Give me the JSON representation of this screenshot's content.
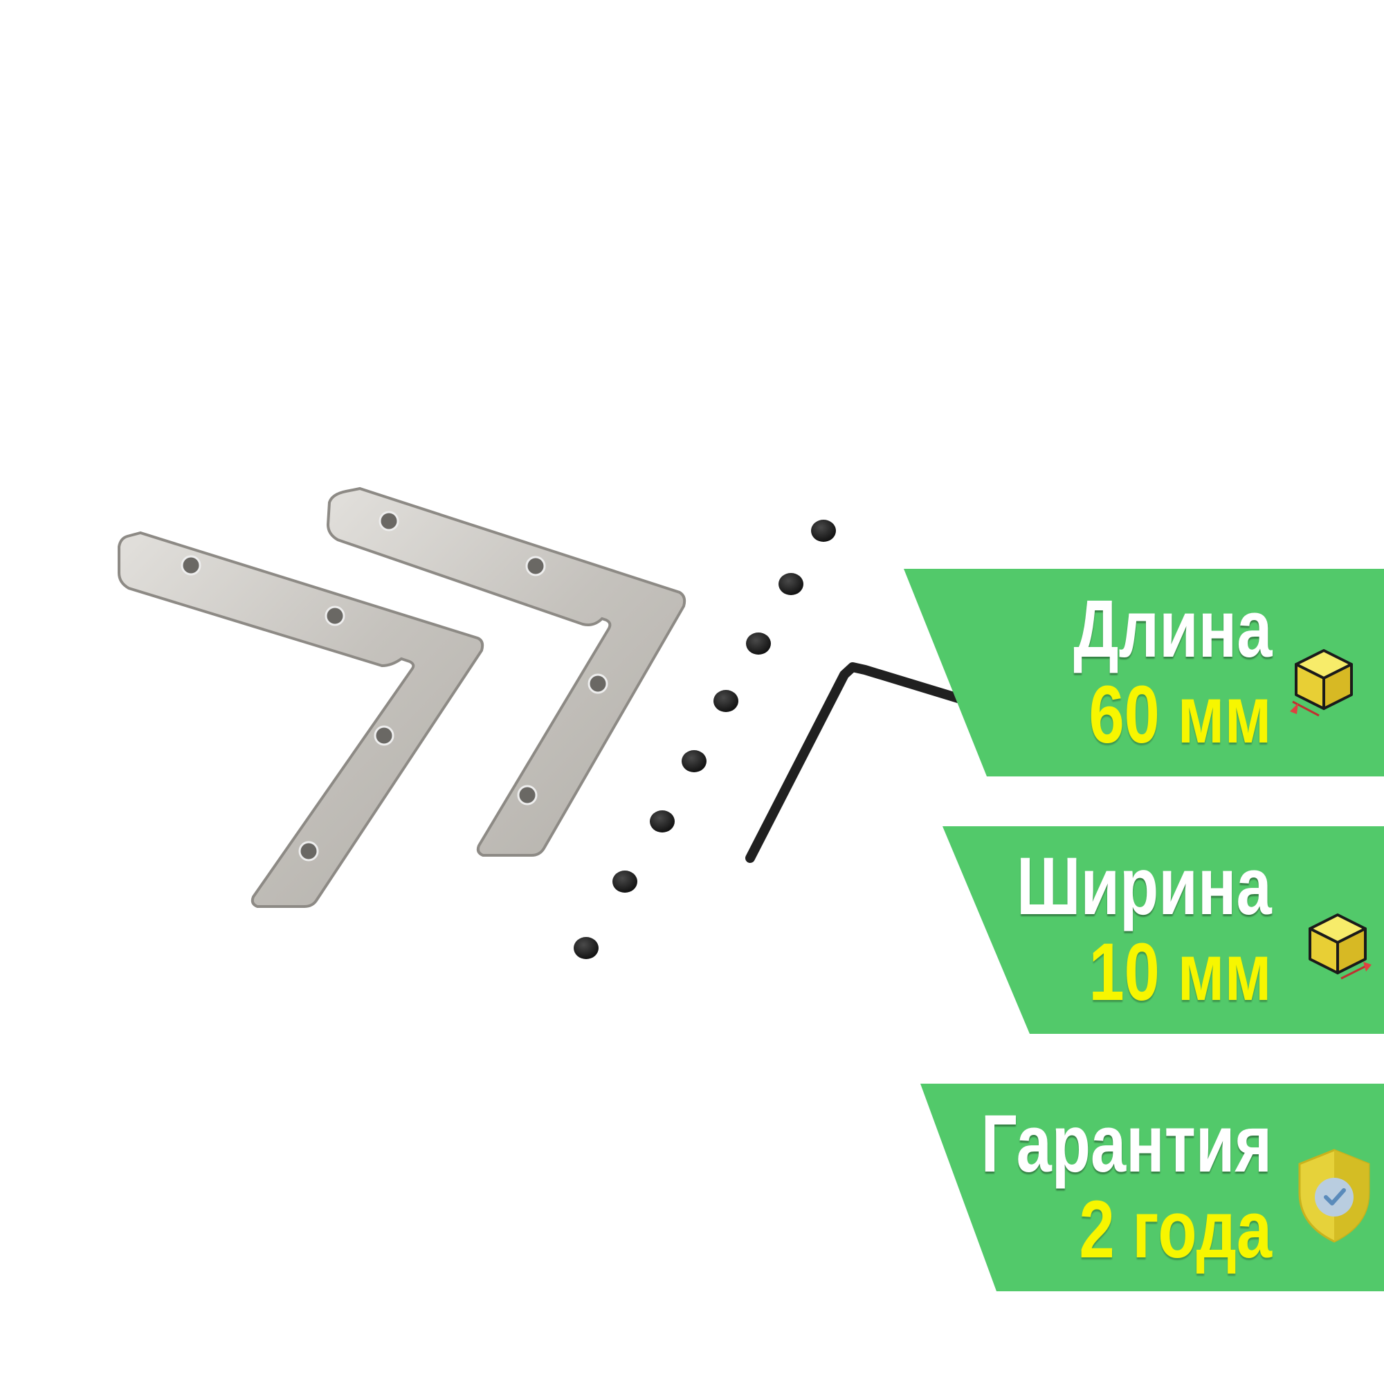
{
  "colors": {
    "banner_green": "#52c96a",
    "label_white": "#ffffff",
    "value_yellow": "#f7f600",
    "icon_yellow": "#f3e24a",
    "shield_yellow": "#e6d23a",
    "metal": "#c9c7c3",
    "screw": "#1b1b1b"
  },
  "specs": [
    {
      "label": "Длина",
      "value": "60 мм",
      "icon": "cube-length-icon"
    },
    {
      "label": "Ширина",
      "value": "10 мм",
      "icon": "cube-width-icon"
    },
    {
      "label": "Гарантия",
      "value": "2 года",
      "icon": "shield-check-icon"
    }
  ]
}
